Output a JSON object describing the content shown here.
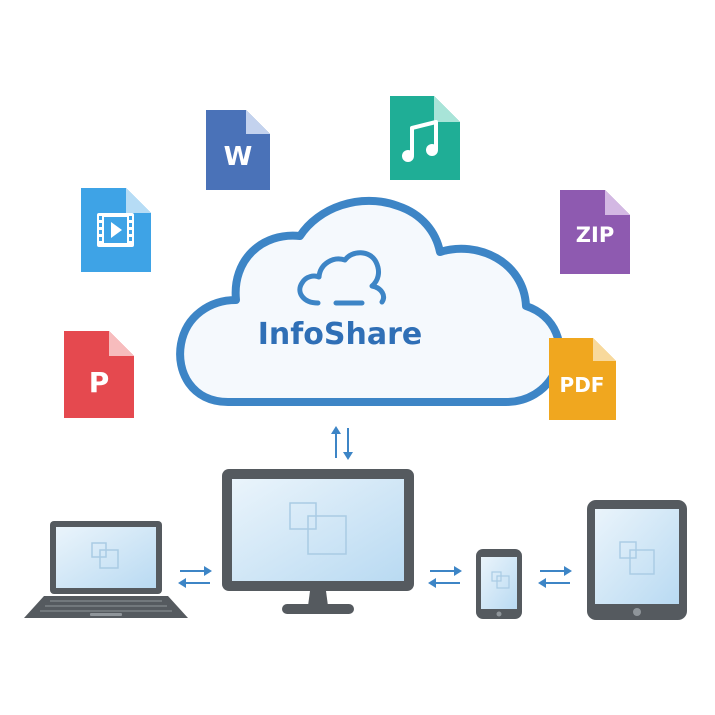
{
  "cloud": {
    "brand": "InfoShare",
    "stroke_color": "#3d85c6",
    "fill_color": "#f5f9fd"
  },
  "files": [
    {
      "kind": "word",
      "label": "W",
      "color": "#4a72b8",
      "icon": "word-doc-icon"
    },
    {
      "kind": "music",
      "label": "",
      "color": "#1fae96",
      "icon": "music-note-icon"
    },
    {
      "kind": "video",
      "label": "",
      "color": "#3ea3e6",
      "icon": "video-film-icon"
    },
    {
      "kind": "zip",
      "label": "ZIP",
      "color": "#8e5ab0",
      "icon": "zip-archive-icon"
    },
    {
      "kind": "powerpoint",
      "label": "P",
      "color": "#e5494f",
      "icon": "powerpoint-doc-icon"
    },
    {
      "kind": "pdf",
      "label": "PDF",
      "color": "#f0a71f",
      "icon": "pdf-doc-icon"
    }
  ],
  "devices": [
    {
      "kind": "laptop",
      "icon": "laptop-icon"
    },
    {
      "kind": "monitor",
      "icon": "desktop-monitor-icon"
    },
    {
      "kind": "phone",
      "icon": "smartphone-icon"
    },
    {
      "kind": "tablet",
      "icon": "tablet-icon"
    }
  ],
  "colors": {
    "device_frame": "#555a5f",
    "screen": "#d8ebf8",
    "arrow": "#3d85c6"
  }
}
